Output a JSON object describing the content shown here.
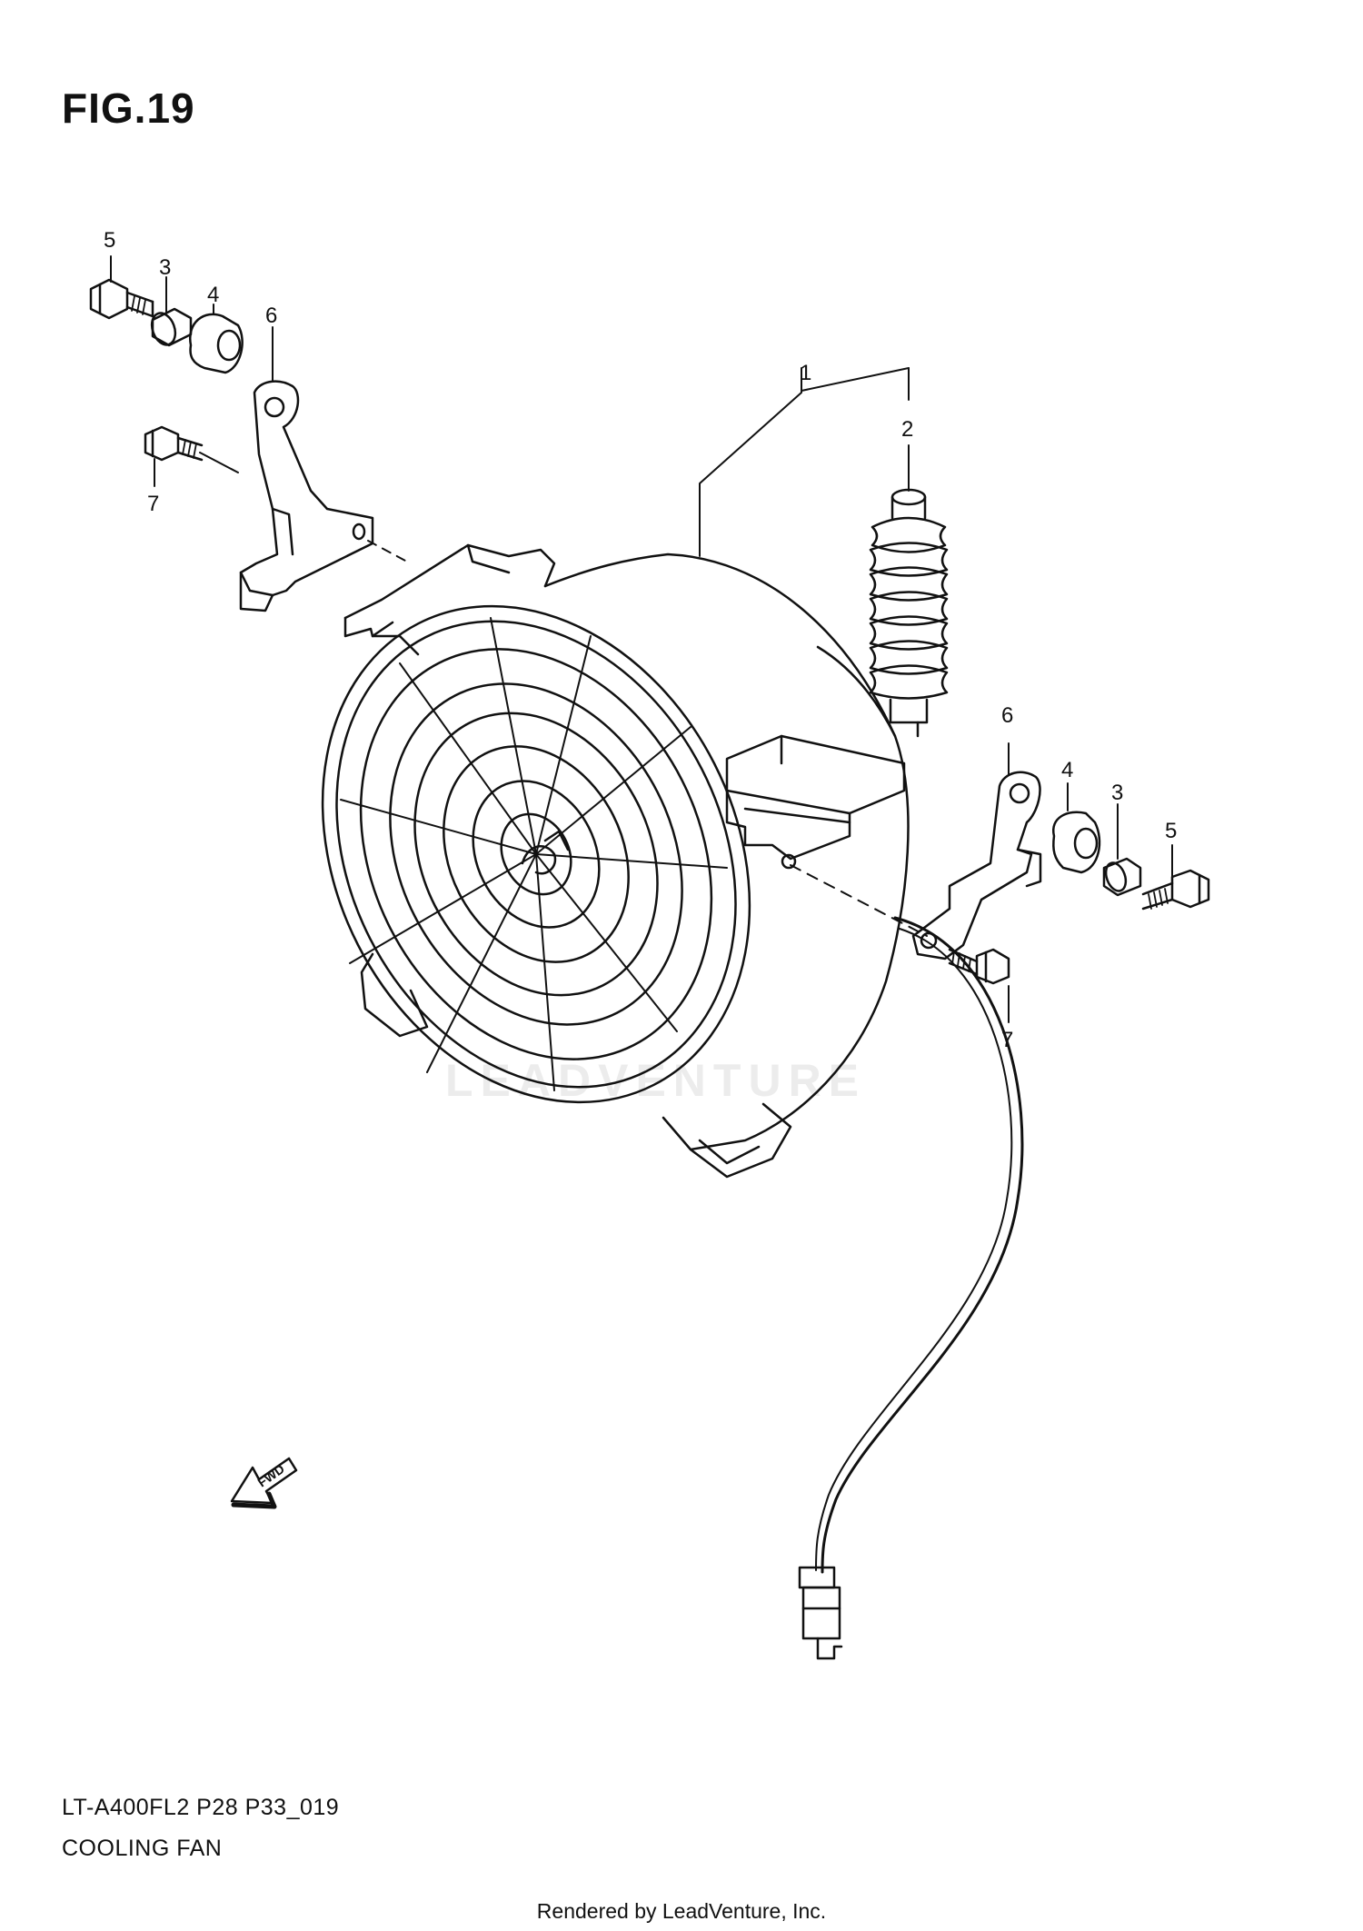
{
  "figure": {
    "title": "FIG.19"
  },
  "model_code": "LT-A400FL2 P28 P33_019",
  "caption": "COOLING FAN",
  "footer": "Rendered by LeadVenture, Inc.",
  "watermark": "LEADVENTURE",
  "fwd_label": "FWD",
  "callouts": {
    "c1": "1",
    "c2": "2",
    "c3a": "3",
    "c4a": "4",
    "c5a": "5",
    "c6a": "6",
    "c7a": "7",
    "c3b": "3",
    "c4b": "4",
    "c5b": "5",
    "c6b": "6",
    "c7b": "7"
  }
}
